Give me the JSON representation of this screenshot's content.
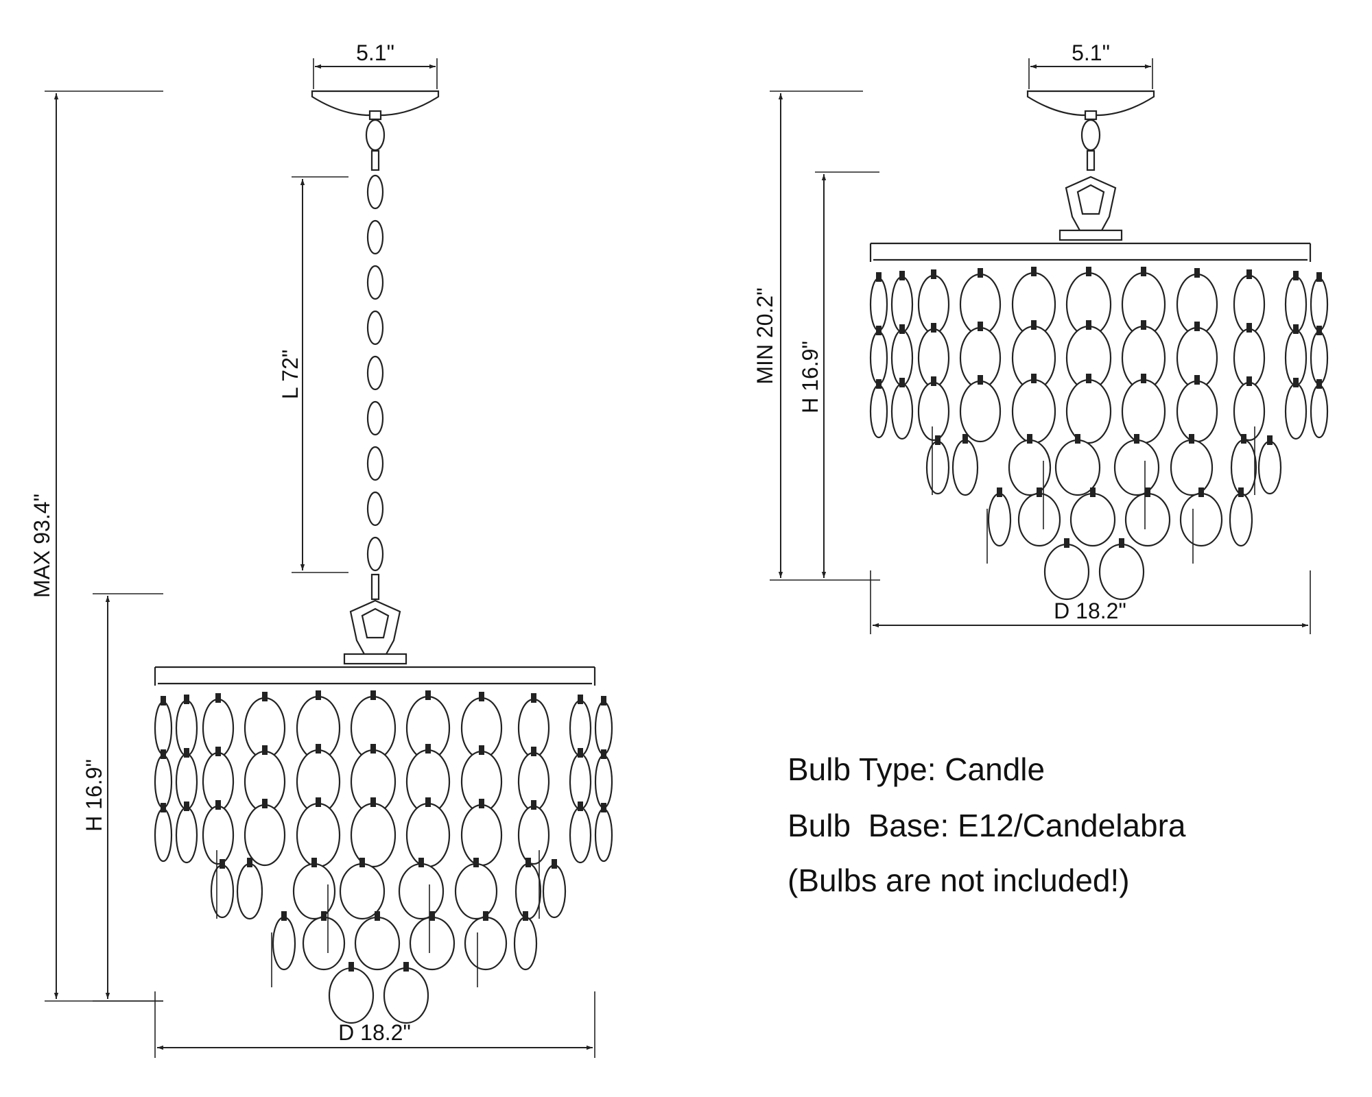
{
  "left_view": {
    "canopy_width": "5.1\"",
    "max_height": "MAX 93.4\"",
    "chain_length": "L 72\"",
    "body_height": "H 16.9\"",
    "diameter": "D 18.2\""
  },
  "right_view": {
    "canopy_width": "5.1\"",
    "min_height": "MIN 20.2\"",
    "body_height": "H 16.9\"",
    "diameter": "D 18.2\""
  },
  "specs": {
    "bulb_type": "Bulb Type: Candle",
    "bulb_base": "Bulb  Base: E12/Candelabra",
    "note": "(Bulbs are not included!)"
  },
  "colors": {
    "line": "#222222",
    "background": "#ffffff"
  }
}
